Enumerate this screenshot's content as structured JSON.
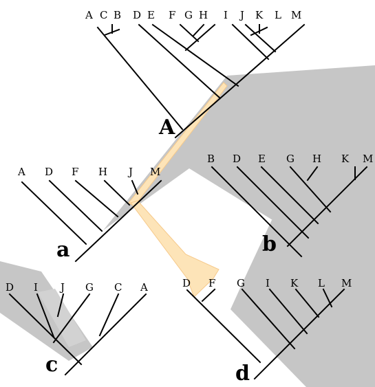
{
  "figure": {
    "tree_A": {
      "label": "A",
      "tips": [
        "A",
        "C",
        "B",
        "D",
        "E",
        "F",
        "G",
        "H",
        "I",
        "J",
        "K",
        "L",
        "M"
      ]
    },
    "tree_a": {
      "label": "a",
      "tips": [
        "A",
        "D",
        "F",
        "H",
        "J",
        "M"
      ]
    },
    "tree_b": {
      "label": "b",
      "tips": [
        "B",
        "D",
        "E",
        "G",
        "H",
        "K",
        "M"
      ]
    },
    "tree_c": {
      "label": "c",
      "tips": [
        "D",
        "I",
        "J",
        "G",
        "C",
        "A"
      ]
    },
    "tree_d": {
      "label": "d",
      "tips": [
        "D",
        "F",
        "G",
        "I",
        "K",
        "L",
        "M"
      ]
    }
  },
  "colors": {
    "line": "#000000",
    "shadow": "#c6c6c6",
    "highlight": "#fde4b8",
    "highlight_edge": "#f6c98a"
  }
}
